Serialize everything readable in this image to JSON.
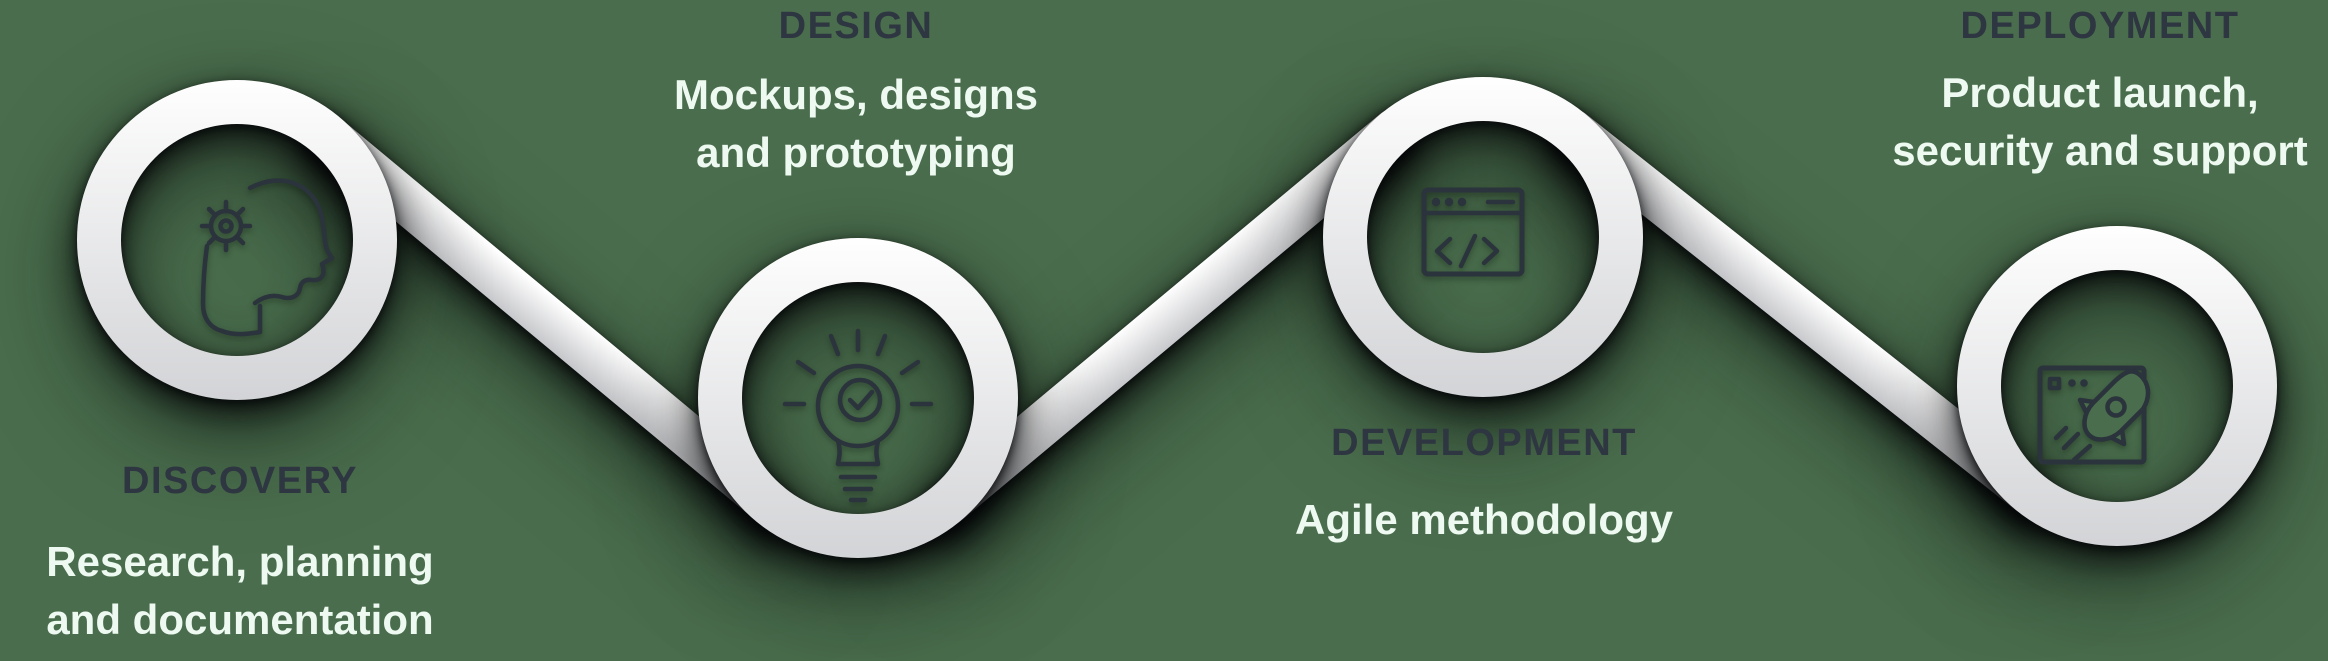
{
  "diagram": {
    "name": "software-development-process-timeline",
    "background_color": "#4a6e4d",
    "ribbon_color": "#ffffff",
    "ribbon_shade_color": "#c9cacd",
    "shadow_color": "#050708",
    "title_color": "#2e3641",
    "subtitle_color": "#eefaf1",
    "icon_color": "#2b333c"
  },
  "stages": [
    {
      "title": "DISCOVERY",
      "description_lines": [
        "Research, planning",
        "and documentation"
      ],
      "icon": "head-gear-icon",
      "label_position": "below"
    },
    {
      "title": "DESIGN",
      "description_lines": [
        "Mockups, designs",
        "and prototyping"
      ],
      "icon": "lightbulb-check-icon",
      "label_position": "above"
    },
    {
      "title": "DEVELOPMENT",
      "description_lines": [
        "Agile methodology"
      ],
      "icon": "browser-code-icon",
      "label_position": "below"
    },
    {
      "title": "DEPLOYMENT",
      "description_lines": [
        "Product launch,",
        "security and support"
      ],
      "icon": "browser-rocket-icon",
      "label_position": "above"
    }
  ]
}
